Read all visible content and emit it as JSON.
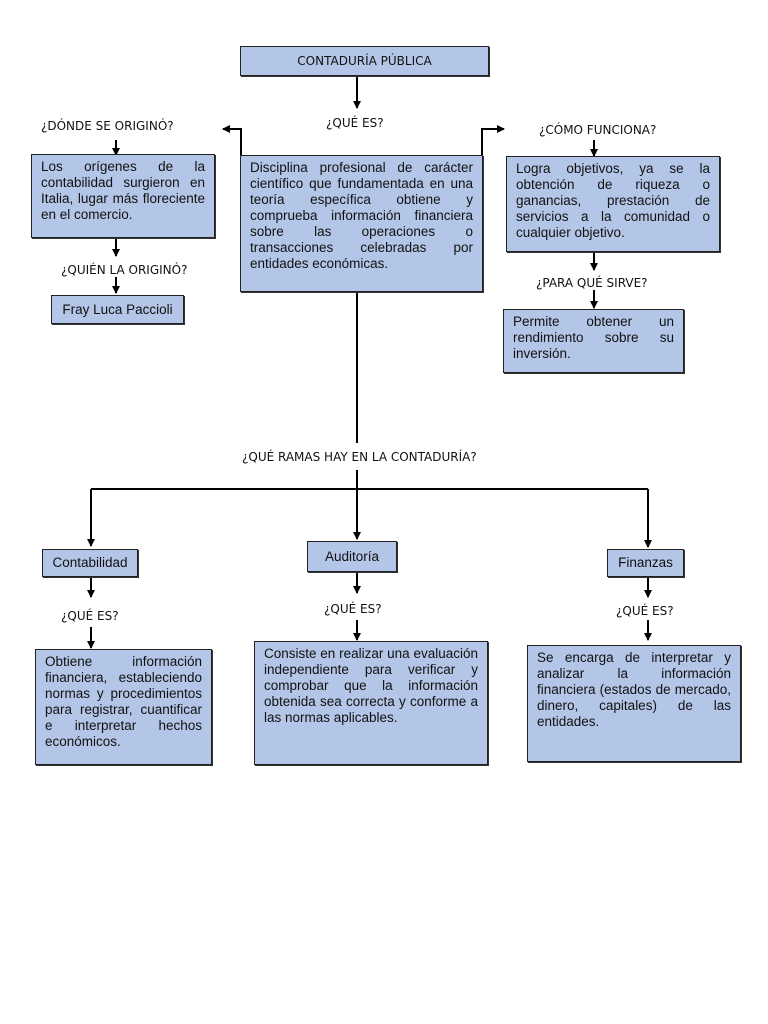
{
  "title": "CONTADURÍA PÚBLICA",
  "definition": {
    "question": "¿QUÉ ES?",
    "text": "Disciplina profesional de carácter científico que fundamentada en una teoría específica obtiene y comprueba información financiera sobre las operaciones o transacciones celebradas por entidades económicas."
  },
  "origin": {
    "question": "¿DÓNDE SE ORIGINÓ?",
    "text": "Los orígenes de la contabilidad surgieron en Italia, lugar más floreciente en el comercio."
  },
  "originator": {
    "question": "¿QUIÉN LA ORIGINÓ?",
    "text": "Fray Luca Paccioli"
  },
  "functioning": {
    "question": "¿CÓMO FUNCIONA?",
    "text": "Logra objetivos, ya se la obtención de riqueza o ganancias, prestación de servicios a la comunidad o cualquier objetivo."
  },
  "purpose": {
    "question": "¿PARA QUÉ SIRVE?",
    "text": "Permite obtener un rendimiento sobre su inversión."
  },
  "branches_question": "¿QUÉ RAMAS HAY EN LA CONTADURÍA?",
  "branches": [
    {
      "name": "Contabilidad",
      "question": "¿QUÉ ES?",
      "text": "Obtiene información financiera, estableciendo normas y procedimientos para registrar, cuantificar e interpretar hechos económicos."
    },
    {
      "name": "Auditoría",
      "question": "¿QUÉ ES?",
      "text": "Consiste en realizar una evaluación independiente para verificar y comprobar que la información obtenida sea correcta y conforme a las normas aplicables."
    },
    {
      "name": "Finanzas",
      "question": "¿QUÉ ES?",
      "text": "Se encarga de interpretar y analizar la información financiera (estados de mercado, dinero, capitales) de las entidades."
    }
  ],
  "colors": {
    "box_fill": "#b4c6e7",
    "box_border": "#222222",
    "connector": "#000000"
  }
}
